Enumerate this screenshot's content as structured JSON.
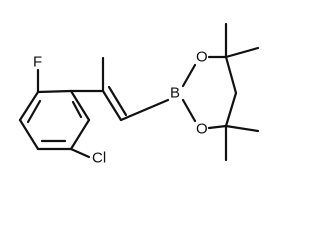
{
  "molecule": {
    "atoms": {
      "fluorine": "F",
      "chlorine": "Cl",
      "boron": "B",
      "oxygen_top": "O",
      "oxygen_bottom": "O"
    }
  }
}
